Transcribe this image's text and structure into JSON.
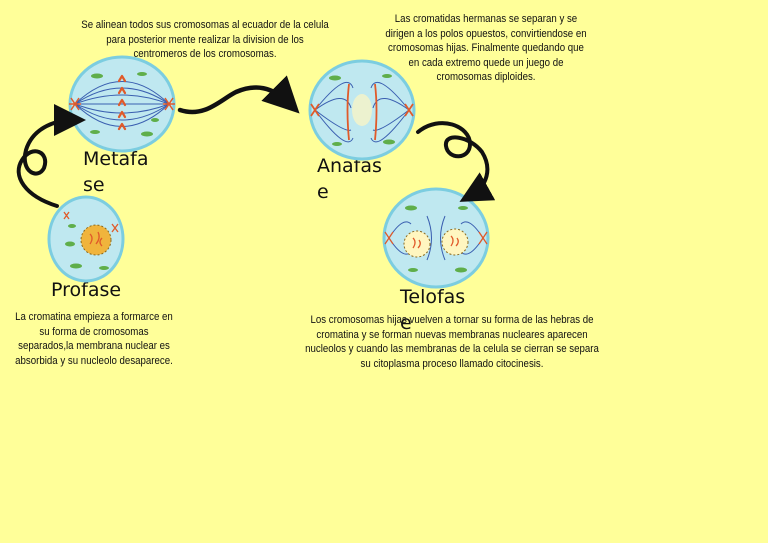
{
  "stages": {
    "metafase": {
      "label": "Metafase",
      "description": "Se alinean todos sus cromosomas al ecuador de la celula para posterior mente realizar la division de los centromeros de los cromosomas."
    },
    "anafase": {
      "label": "Anafase",
      "description": "Las cromatidas hermanas se separan y se dirigen a los polos opuestos, convirtiendose en cromosomas hijas. Finalmente quedando que en cada extremo quede un juego de cromosomas diploides."
    },
    "profase": {
      "label": "Profase",
      "description": "La cromatina empieza a formarce en su forma de cromosomas separados,la membrana nuclear es absorbida y su nucleolo desaparece."
    },
    "telofase": {
      "label": "Telofase",
      "description": "Los cromosomas hijas vuelven a tornar su forma de las hebras de cromatina y se forman nuevas membranas nucleares aparecen nucleolos y cuando las membranas de la celula se cierran se separa su citoplasma proceso llamado citocinesis."
    }
  },
  "colors": {
    "background": "#ffff99",
    "cell_fill": "#bfe8f0",
    "cell_edge": "#7ccde0",
    "spindle": "#3a5fb0",
    "chromosome": "#e05a2a",
    "organelle": "#5fae4a",
    "nucleus": "#f0b43c",
    "arrow": "#111111"
  }
}
